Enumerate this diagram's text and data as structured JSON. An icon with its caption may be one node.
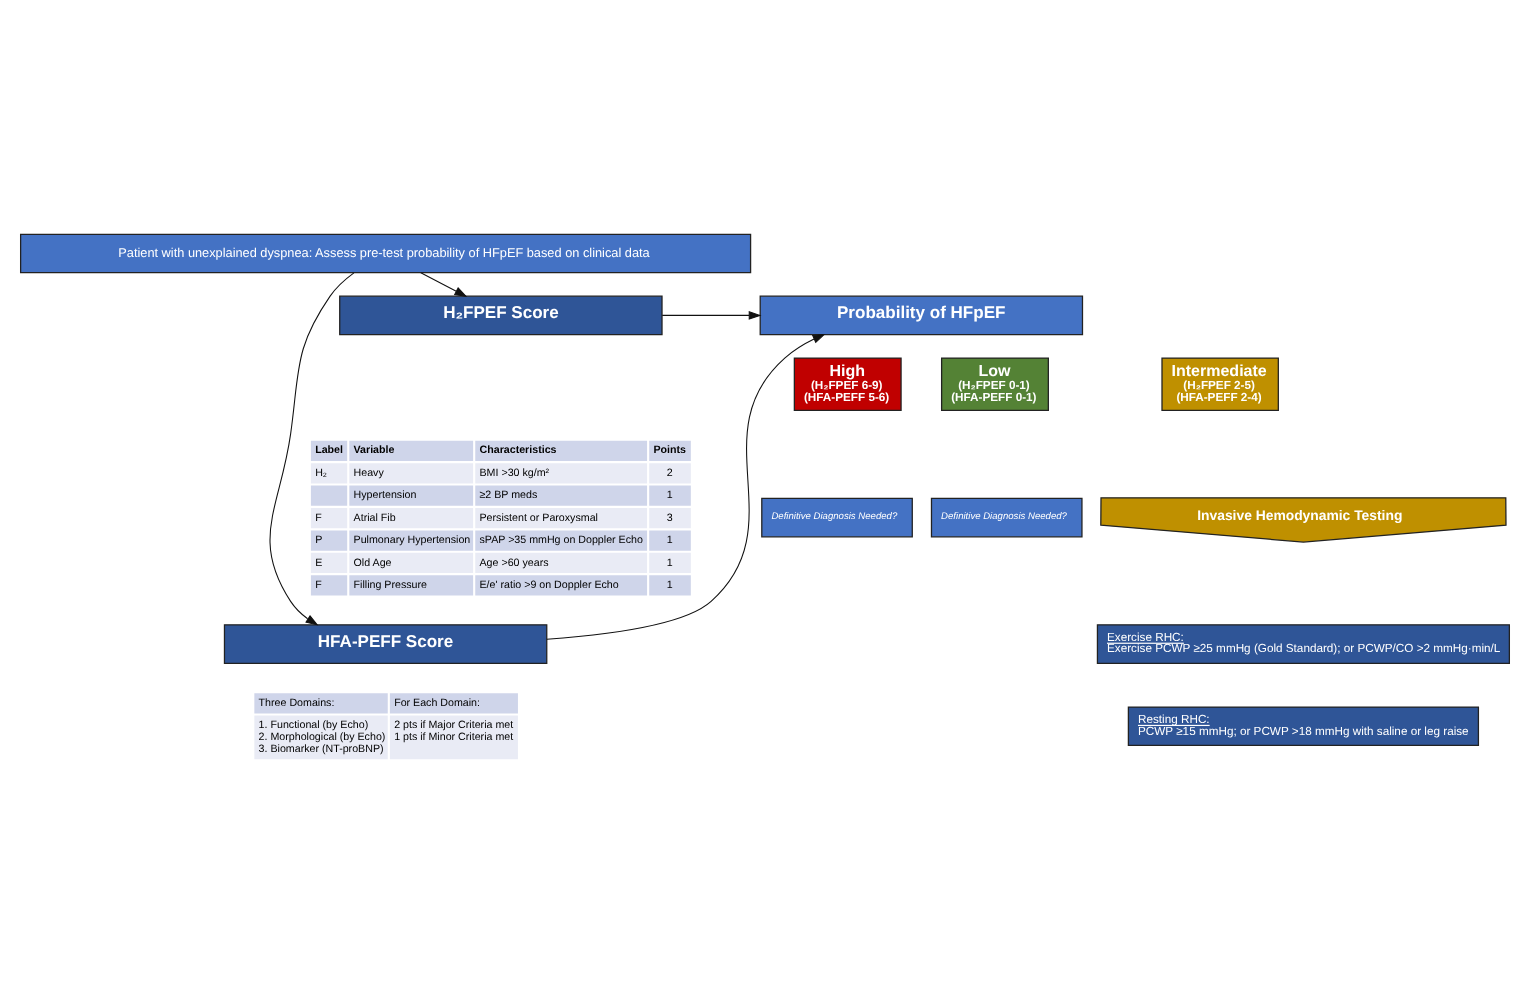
{
  "diagram": {
    "nodes": [
      {
        "text": [
          "Patient with unexplained dyspnea: Assess pre-test probability of HFpEF based on clinical data"
        ]
      },
      {
        "text": [
          "H₂FPEF Score"
        ]
      },
      {
        "text": [
          "HFA-PEFF Score"
        ]
      },
      {
        "text": [
          "Probability of HFpEF"
        ]
      },
      {
        "text": [
          "Low",
          "(H₂FPEF 0-1)",
          "(HFA-PEFF 0-1)"
        ]
      },
      {
        "text": [
          "Intermediate",
          "(H₂FPEF 2-5)",
          "(HFA-PEFF 2-4)"
        ]
      },
      {
        "text": [
          "High",
          "(H₂FPEF 6-9)",
          "(HFA-PEFF 5-6)"
        ]
      },
      {
        "text": [
          "Definitive Diagnosis Needed?"
        ]
      },
      {
        "text": [
          "Invasive Hemodynamic Testing"
        ]
      },
      {
        "text": [
          "Definitive Diagnosis Needed?"
        ]
      },
      {
        "text": [
          "Exercise RHC:",
          "Exercise PCWP ≥25 mmHg (Gold Standard); or PCWP/CO >2 mmHg·min/L"
        ]
      },
      {
        "text": [
          "Resting RHC:",
          "PCWP ≥15 mmHg; or PCWP >18 mmHg with saline or leg raise"
        ]
      }
    ],
    "edges": [
      {
        "from": 0,
        "to": 1,
        "arrow": "to"
      },
      {
        "from": 0,
        "to": 2,
        "arrow": "to"
      },
      {
        "from": 1,
        "to": 3,
        "arrow": "to"
      },
      {
        "from": 2,
        "to": 3,
        "arrow": "to"
      }
    ],
    "labels": [
      "Label",
      "Variable",
      "Characteristics",
      "Points",
      "H₂",
      "Heavy",
      "BMI >30 kg/m²",
      "2",
      "Hypertension",
      "≥2 BP meds",
      "1",
      "F",
      "Atrial Fib",
      "Persistent or Paroxysmal",
      "3",
      "P",
      "Pulmonary Hypertension",
      "sPAP >35 mmHg on Doppler Echo",
      "1",
      "E",
      "Old Age",
      "Age >60 years",
      "1",
      "F",
      "Filling Pressure",
      "E/e' ratio >9 on Doppler Echo",
      "1",
      "Three Domains:",
      "For Each Domain:",
      "1. Functional (by Echo)",
      "2. Morphological (by Echo)",
      "3. Biomarker (NT-proBNP)",
      "2 pts if Major Criteria met",
      "1 pts if Minor Criteria met"
    ]
  }
}
